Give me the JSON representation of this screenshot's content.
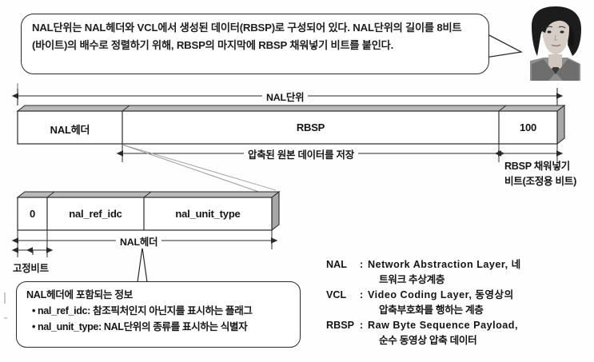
{
  "speech_bubble": {
    "text": "NAL단위는 NAL헤더와 VCL에서 생성된 데이터(RBSP)로 구성되어 있다. NAL단위의 길이를 8비트(바이트)의 배수로 정렬하기 위해, RBSP의 마지막에 RBSP 채워넣기 비트를 붙인다.",
    "avatar_name": "instructor-avatar"
  },
  "diagram": {
    "nal_unit_dimension_label": "NAL단위",
    "upper_bar": {
      "cells": [
        {
          "label": "NAL헤더"
        },
        {
          "label": "RBSP"
        },
        {
          "label": "100"
        }
      ]
    },
    "rbsp_dimension_label": "압축된 원본 데이터를 저장",
    "padding_note": "RBSP 채워넣기 비트(조정용 비트)",
    "lower_bar": {
      "cells": [
        {
          "label": "0"
        },
        {
          "label": "nal_ref_idc"
        },
        {
          "label": "nal_unit_type"
        }
      ]
    },
    "nal_header_dimension_label": "NAL헤더",
    "fixed_bit_label": "고정비트"
  },
  "callout": {
    "title": "NAL헤더에 포함되는 정보",
    "bullet": "•",
    "items": [
      "nal_ref_idc: 참조픽처인지 아닌지를 표시하는 플래그",
      "nal_unit_type: NAL단위의 종류를 표시하는 식별자"
    ]
  },
  "legend": {
    "rows": [
      {
        "abbr": "NAL",
        "colon": ":",
        "english": "Network Abstraction Layer, 네",
        "korean": "트워크 추상계층"
      },
      {
        "abbr": "VCL",
        "colon": ":",
        "english": "Video Coding Layer, 동영상의",
        "korean": "압축부호화를 행하는 계층"
      },
      {
        "abbr": "RBSP",
        "colon": ":",
        "english": "Raw Byte Sequence Payload,",
        "korean": "순수 동영상 압축 데이터"
      }
    ]
  },
  "colors": {
    "line": "#2a2a2a",
    "bar_fill": "#ffffff",
    "bar_top_face": "#b9b9b9",
    "bar_side_face": "#a8a8a8",
    "background": "#fefefe"
  }
}
